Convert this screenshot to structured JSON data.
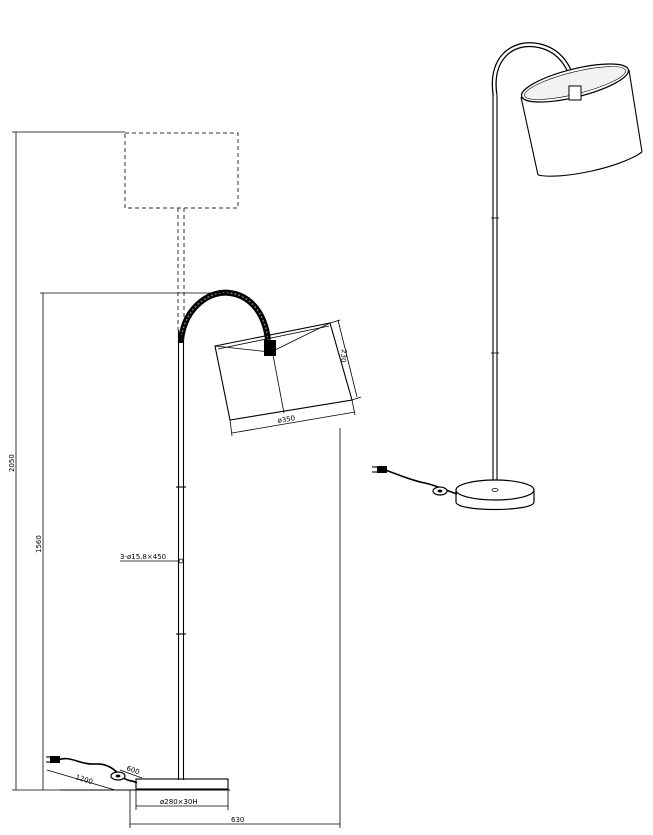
{
  "dimensions": {
    "total_height": "2050",
    "arm_height": "1560",
    "pole_spec": "3-ø15.8×450",
    "shade_height": "230",
    "shade_diameter": "ø350",
    "cable_length": "1200",
    "switch_distance": "600",
    "base_spec": "ø280×30H",
    "overall_width": "630"
  },
  "icons": [
    "plug-icon",
    "foot-switch-icon"
  ],
  "colors": {
    "line": "#000000",
    "background": "#ffffff"
  }
}
